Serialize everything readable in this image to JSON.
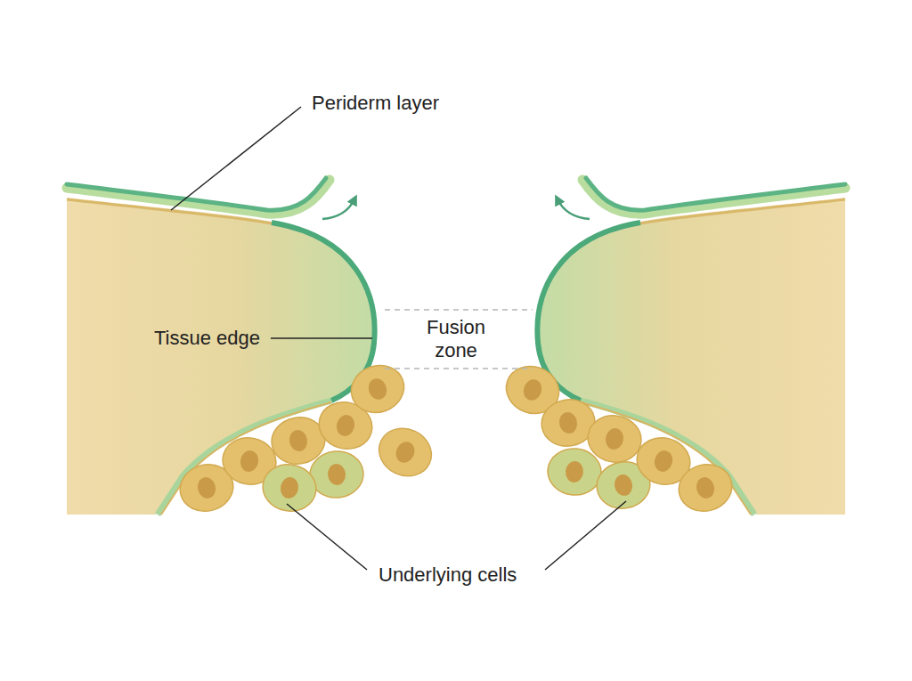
{
  "diagram": {
    "labels": [
      "Periderm layer",
      "Tissue edge",
      "Fusion zone",
      "Underlying cells"
    ]
  }
}
